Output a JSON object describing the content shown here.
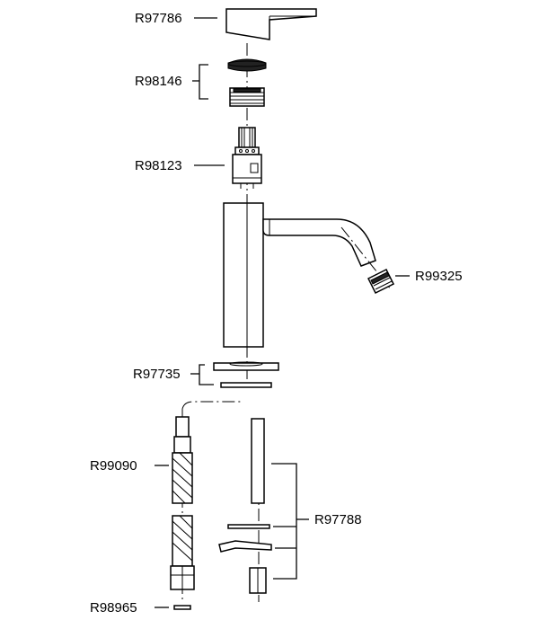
{
  "parts": {
    "r97786": "R97786",
    "r98146": "R98146",
    "r98123": "R98123",
    "r99325": "R99325",
    "r97735": "R97735",
    "r99090": "R99090",
    "r97788": "R97788",
    "r98965": "R98965"
  }
}
